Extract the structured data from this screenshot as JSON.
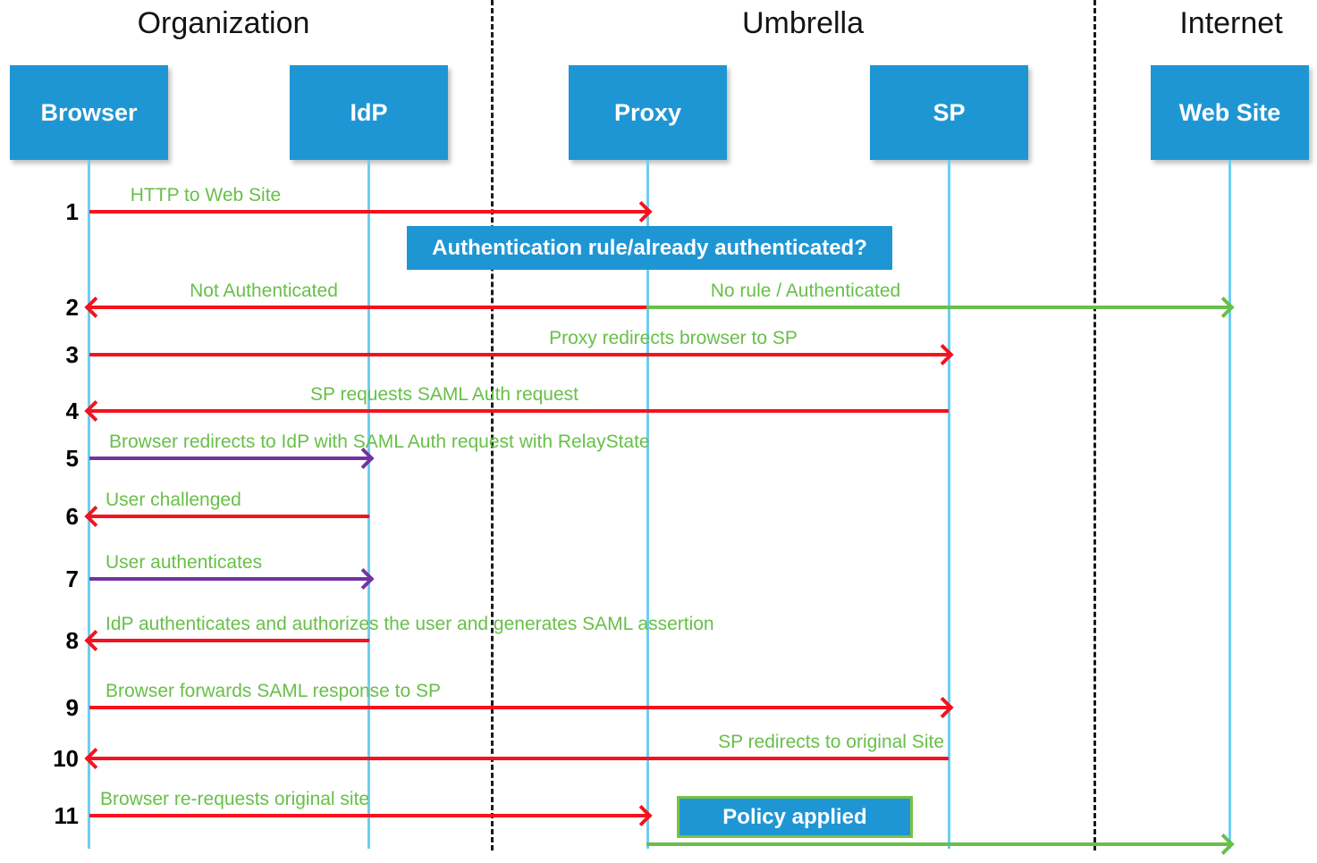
{
  "colors": {
    "actor_blue": "#1f96d4",
    "lifeline_cyan": "#6fcdf1",
    "message_green": "#68bf49",
    "arrow_red": "#f5121d",
    "arrow_purple": "#7333a3",
    "policy_border_green": "#7cc142"
  },
  "sections": [
    {
      "label": "Organization"
    },
    {
      "label": "Umbrella"
    },
    {
      "label": "Internet"
    }
  ],
  "actors": [
    {
      "label": "Browser",
      "section": "Organization"
    },
    {
      "label": "IdP",
      "section": "Organization"
    },
    {
      "label": "Proxy",
      "section": "Umbrella"
    },
    {
      "label": "SP",
      "section": "Umbrella"
    },
    {
      "label": "Web Site",
      "section": "Internet"
    }
  ],
  "annotations": {
    "decision_box": "Authentication rule/already authenticated?",
    "policy_box": "Policy applied"
  },
  "steps": [
    {
      "number": "1",
      "messages": [
        {
          "label": "HTTP to Web Site",
          "from": "Browser",
          "to": "Proxy",
          "color": "red",
          "direction": "right"
        }
      ]
    },
    {
      "number": "2",
      "messages": [
        {
          "label": "Not Authenticated",
          "from": "Proxy",
          "to": "Browser",
          "color": "red",
          "direction": "left"
        },
        {
          "label": "No rule / Authenticated",
          "from": "Proxy",
          "to": "Web Site",
          "color": "green",
          "direction": "right"
        }
      ]
    },
    {
      "number": "3",
      "messages": [
        {
          "label": "Proxy redirects browser to SP",
          "from": "Browser",
          "to": "SP",
          "color": "red",
          "direction": "right"
        }
      ]
    },
    {
      "number": "4",
      "messages": [
        {
          "label": "SP requests SAML Auth request",
          "from": "SP",
          "to": "Browser",
          "color": "red",
          "direction": "left"
        }
      ]
    },
    {
      "number": "5",
      "messages": [
        {
          "label": "Browser redirects to IdP with SAML Auth request with RelayState",
          "from": "Browser",
          "to": "IdP",
          "color": "purple",
          "direction": "right"
        }
      ]
    },
    {
      "number": "6",
      "messages": [
        {
          "label": "User challenged",
          "from": "IdP",
          "to": "Browser",
          "color": "red",
          "direction": "left"
        }
      ]
    },
    {
      "number": "7",
      "messages": [
        {
          "label": "User authenticates",
          "from": "Browser",
          "to": "IdP",
          "color": "purple",
          "direction": "right"
        }
      ]
    },
    {
      "number": "8",
      "messages": [
        {
          "label": "IdP authenticates and authorizes the user and generates SAML assertion",
          "from": "IdP",
          "to": "Browser",
          "color": "red",
          "direction": "left"
        }
      ]
    },
    {
      "number": "9",
      "messages": [
        {
          "label": "Browser forwards SAML response to SP",
          "from": "Browser",
          "to": "SP",
          "color": "red",
          "direction": "right"
        }
      ]
    },
    {
      "number": "10",
      "messages": [
        {
          "label": "SP redirects to original Site",
          "from": "SP",
          "to": "Browser",
          "color": "red",
          "direction": "left"
        }
      ]
    },
    {
      "number": "11",
      "messages": [
        {
          "label": "Browser re-requests  original site",
          "from": "Browser",
          "to": "Proxy",
          "color": "red",
          "direction": "right"
        }
      ]
    }
  ],
  "final_message": {
    "label": "",
    "from": "Proxy",
    "to": "Web Site",
    "color": "green",
    "direction": "right"
  }
}
